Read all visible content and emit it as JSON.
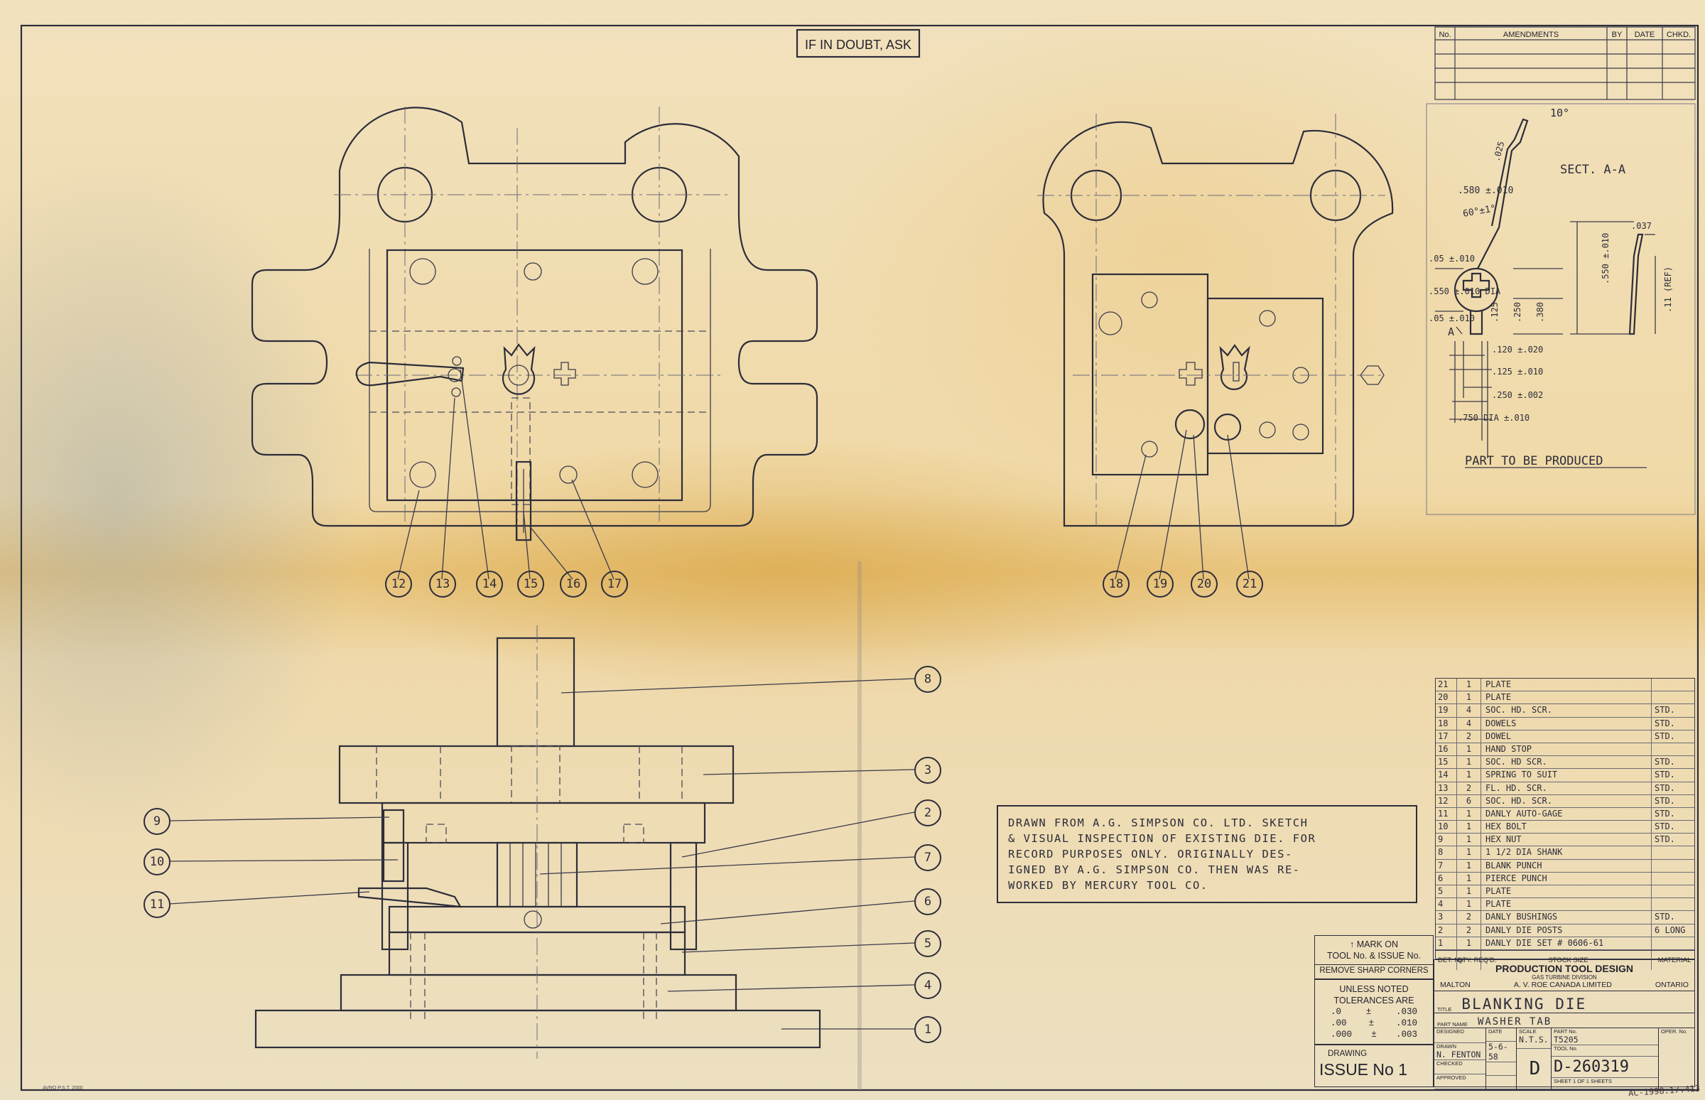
{
  "header_note": "IF IN DOUBT, ASK",
  "amendments": {
    "columns": [
      "No.",
      "AMENDMENTS",
      "BY",
      "DATE",
      "CHKD."
    ]
  },
  "section_view": {
    "title": "SECT. A-A",
    "caption": "PART TO BE PRODUCED",
    "section_mark": "A",
    "angle_10": "10°",
    "angle_60": "60°±1°",
    "ticks": [
      ".025",
      ".010",
      "±.020",
      ".58",
      ".037"
    ],
    "dims_left": [
      ".05 ±.010",
      ".550 ±.010 DIA",
      ".05 ±.010"
    ],
    "dims_vertical": [
      ".125",
      ".250",
      "±.010",
      ".380",
      ".550 ±.010",
      ".11 (REF)",
      "±.010"
    ],
    "dims_bottom": [
      ".120 ±.020",
      ".125 ±.010",
      ".250 ±.002",
      ".750 DIA ±.010"
    ],
    "dim_top": ".580 ±.010"
  },
  "balloons_top_left": [
    "12",
    "13",
    "14",
    "15",
    "16",
    "17"
  ],
  "balloons_top_right": [
    "18",
    "19",
    "20",
    "21"
  ],
  "balloons_front_left": [
    "9",
    "10",
    "11"
  ],
  "balloons_front_right": [
    "8",
    "3",
    "2",
    "7",
    "6",
    "5",
    "4",
    "1"
  ],
  "note": [
    "DRAWN FROM A.G. SIMPSON CO. LTD. SKETCH",
    "& VISUAL INSPECTION OF EXISTING DIE. FOR",
    "RECORD PURPOSES ONLY. ORIGINALLY DES-",
    "IGNED BY A.G. SIMPSON CO. THEN WAS RE-",
    "WORKED BY MERCURY TOOL CO."
  ],
  "parts_list": {
    "columns": [
      "DET. No.",
      "QTY. REQ'D.",
      "STOCK SIZE",
      "MATERIAL"
    ],
    "rows": [
      {
        "no": "21",
        "qty": "1",
        "desc": "PLATE",
        "mat": ""
      },
      {
        "no": "20",
        "qty": "1",
        "desc": "PLATE",
        "mat": ""
      },
      {
        "no": "19",
        "qty": "4",
        "desc": "SOC. HD. SCR.",
        "mat": "STD."
      },
      {
        "no": "18",
        "qty": "4",
        "desc": "DOWELS",
        "mat": "STD."
      },
      {
        "no": "17",
        "qty": "2",
        "desc": "DOWEL",
        "mat": "STD."
      },
      {
        "no": "16",
        "qty": "1",
        "desc": "HAND STOP",
        "mat": ""
      },
      {
        "no": "15",
        "qty": "1",
        "desc": "SOC. HD SCR.",
        "mat": "STD."
      },
      {
        "no": "14",
        "qty": "1",
        "desc": "SPRING TO SUIT",
        "mat": "STD."
      },
      {
        "no": "13",
        "qty": "2",
        "desc": "FL. HD. SCR.",
        "mat": "STD."
      },
      {
        "no": "12",
        "qty": "6",
        "desc": "SOC. HD. SCR.",
        "mat": "STD."
      },
      {
        "no": "11",
        "qty": "1",
        "desc": "DANLY AUTO-GAGE",
        "mat": "STD."
      },
      {
        "no": "10",
        "qty": "1",
        "desc": "HEX BOLT",
        "mat": "STD."
      },
      {
        "no": "9",
        "qty": "1",
        "desc": "HEX NUT",
        "mat": "STD."
      },
      {
        "no": "8",
        "qty": "1",
        "desc": "1 1/2 DIA SHANK",
        "mat": ""
      },
      {
        "no": "7",
        "qty": "1",
        "desc": "BLANK PUNCH",
        "mat": ""
      },
      {
        "no": "6",
        "qty": "1",
        "desc": "PIERCE PUNCH",
        "mat": ""
      },
      {
        "no": "5",
        "qty": "1",
        "desc": "PLATE",
        "mat": ""
      },
      {
        "no": "4",
        "qty": "1",
        "desc": "PLATE",
        "mat": ""
      },
      {
        "no": "3",
        "qty": "2",
        "desc": "DANLY BUSHINGS",
        "mat": "STD."
      },
      {
        "no": "2",
        "qty": "2",
        "desc": "DANLY DIE POSTS",
        "mat": "6 LONG"
      },
      {
        "no": "1",
        "qty": "1",
        "desc": "DANLY DIE SET # 0606-61",
        "mat": ""
      }
    ]
  },
  "mark_box": {
    "line1": "↑ MARK ON",
    "line2": "TOOL No. & ISSUE No.",
    "line3": "REMOVE SHARP CORNERS"
  },
  "tolerances": {
    "title1": "UNLESS NOTED",
    "title2": "TOLERANCES ARE",
    "rows": [
      {
        "a": ".0",
        "b": "±",
        "c": ".030"
      },
      {
        "a": ".00",
        "b": "±",
        "c": ".010"
      },
      {
        "a": ".000",
        "b": "±",
        "c": ".003"
      }
    ]
  },
  "issue": {
    "label": "DRAWING",
    "value": "ISSUE No 1"
  },
  "title_block": {
    "company": "PRODUCTION TOOL DESIGN",
    "division": "GAS TURBINE DIVISION",
    "location_left": "MALTON",
    "company_name": "A. V. ROE CANADA LIMITED",
    "location_right": "ONTARIO",
    "title_label": "TITLE",
    "title": "BLANKING DIE",
    "part_label": "PART NAME",
    "part_name": "WASHER TAB",
    "designed_label": "DESIGNED",
    "drawn_label": "DRAWN",
    "drawn_by": "N. FENTON",
    "drawn_date": "5-6-58",
    "checked_label": "CHECKED",
    "approved_label": "APPROVED",
    "date_label": "DATE",
    "scale_label": "SCALE",
    "scale": "N.T.S.",
    "part_no_label": "PART No.",
    "part_no": "T5205",
    "oper_label": "OPER. No.",
    "tool_no_label": "TOOL No.",
    "tool_no": "D-260319",
    "sheet_label": "SHEET 1 OF 1 SHEETS",
    "size": "D"
  },
  "footer_left": "AVRO P.S.T. 2000",
  "footer_right": "AC-1998.17.413"
}
